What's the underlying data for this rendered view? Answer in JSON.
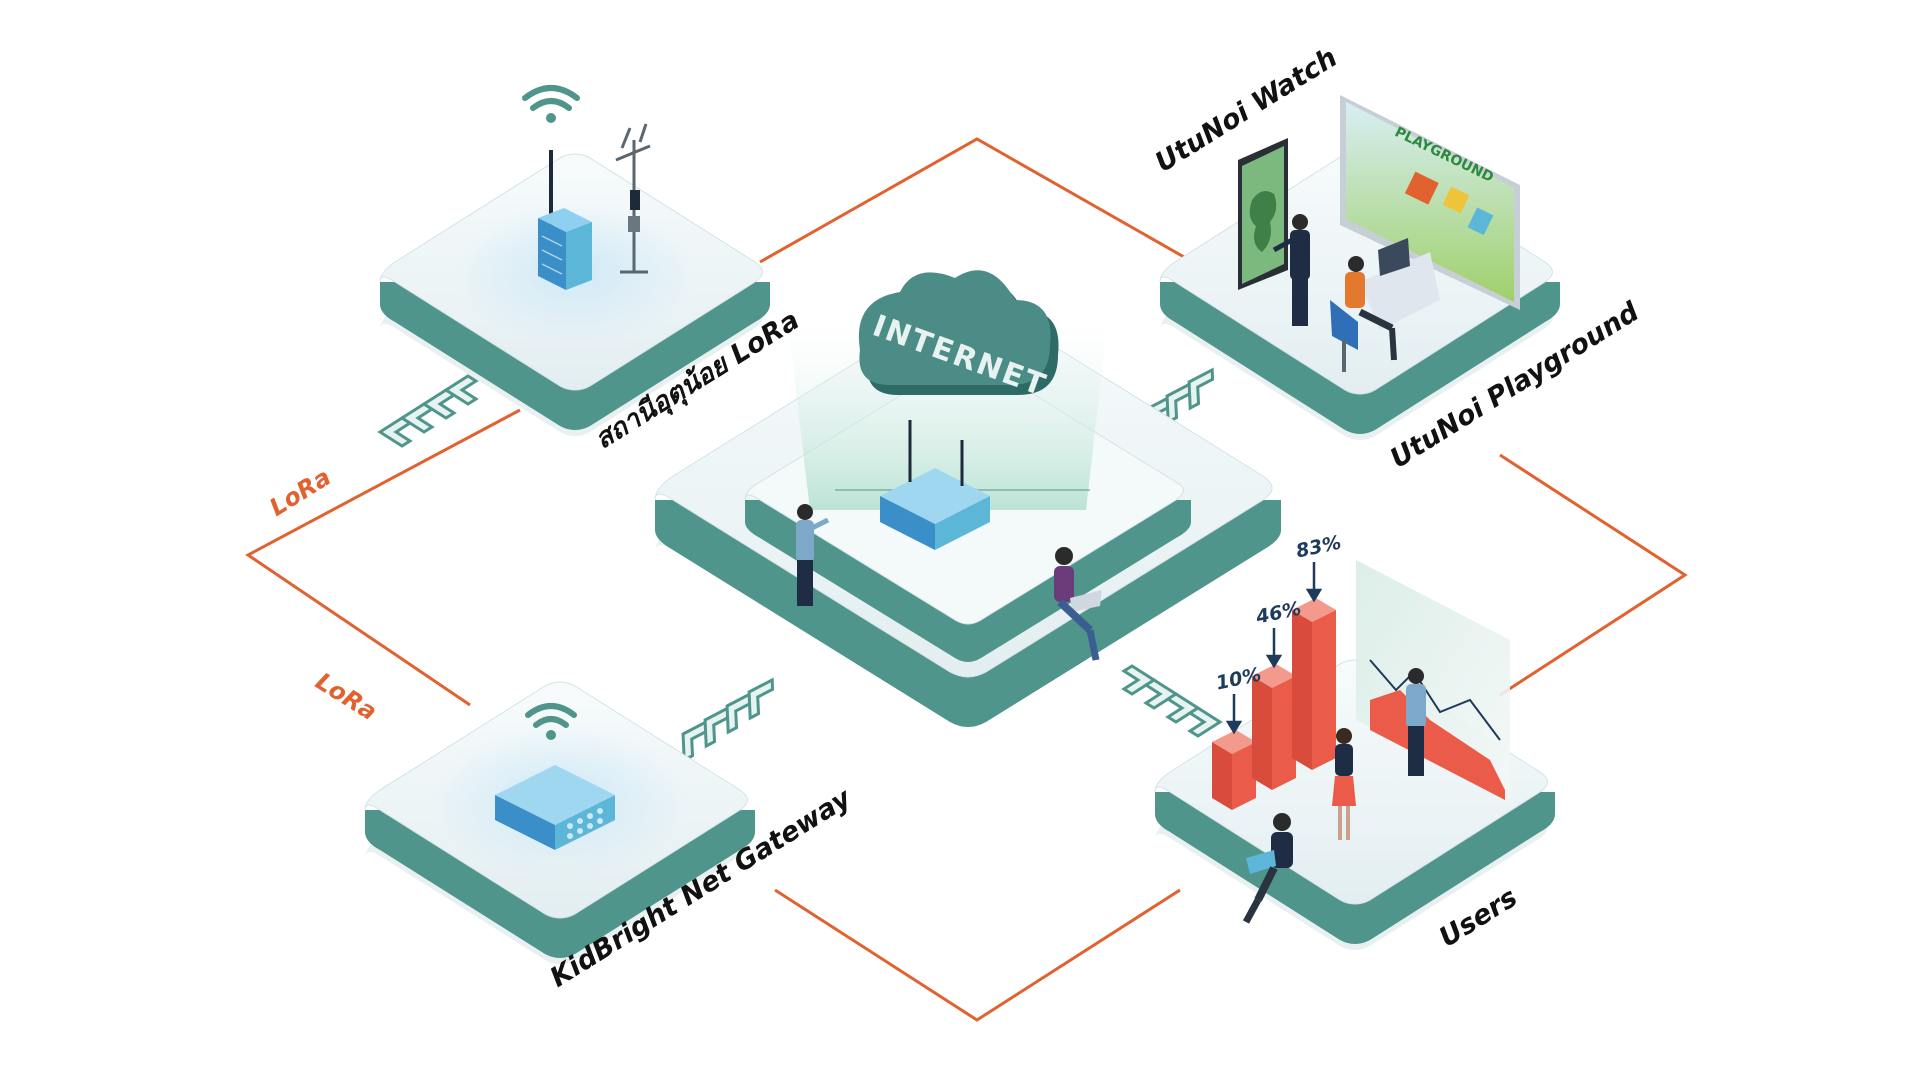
{
  "labels": {
    "station": "สถานีอุตุน้อย LoRa",
    "watch": "UtuNoi Watch",
    "playground": "UtuNoi Playground",
    "gateway": "KidBright Net Gateway",
    "users": "Users",
    "lora_upper": "LoRa",
    "lora_lower": "LoRa",
    "internet": "INTERNET",
    "playground_screen": "PLAYGROUND"
  },
  "stats": [
    "10%",
    "46%",
    "83%"
  ],
  "colors": {
    "platform_side": "#4f958c",
    "platform_top": "#eef5f7",
    "connector": "#e2622f",
    "bars": "#ea5b4a",
    "cloud": "#3f7f78",
    "server": "#5cb6d8"
  }
}
